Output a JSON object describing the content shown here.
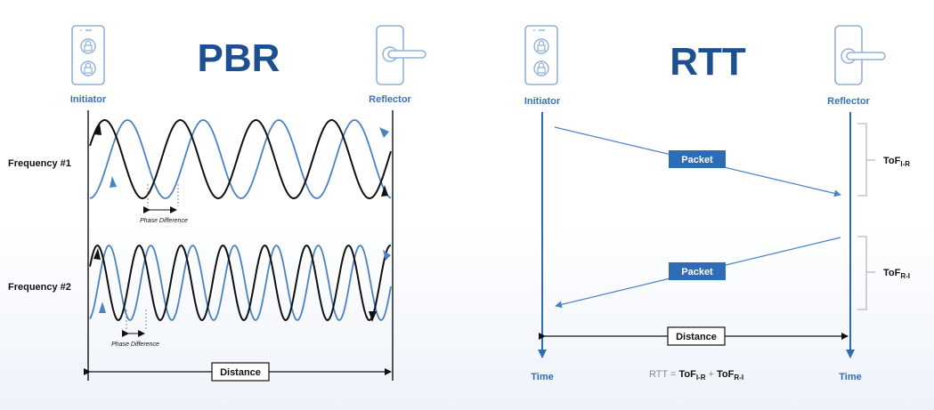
{
  "colors": {
    "blue": "#2e6cb6",
    "title_blue": "#1d4f91",
    "black": "#111111",
    "wave_blue": "#4a82c3",
    "label_blue": "#3b73b8",
    "gray_text": "#8a8a8a",
    "bracket_gray": "#b9b9b9"
  },
  "pbr": {
    "title": "PBR",
    "initiator_label": "Initiator",
    "reflector_label": "Reflector",
    "frequency_1_label": "Frequency #1",
    "frequency_2_label": "Frequency #2",
    "phase_difference_1": "Phase Difference",
    "phase_difference_2": "Phase Difference",
    "distance_label": "Distance",
    "initiator_icon": "smartphone-lock-icon",
    "reflector_icon": "door-handle-icon"
  },
  "rtt": {
    "title": "RTT",
    "initiator_label": "Initiator",
    "reflector_label": "Reflector",
    "packet_1_label": "Packet",
    "packet_2_label": "Packet",
    "tof_ir": {
      "prefix": "ToF",
      "sub": "I-R"
    },
    "tof_ri": {
      "prefix": "ToF",
      "sub": "R-I"
    },
    "distance_label": "Distance",
    "time_left": "Time",
    "time_right": "Time",
    "formula": {
      "lhs": "RTT = ",
      "t1": "ToF",
      "s1": "I-R",
      "plus": " + ",
      "t2": "ToF",
      "s2": "R-I"
    },
    "initiator_icon": "smartphone-lock-icon",
    "reflector_icon": "door-handle-icon"
  }
}
